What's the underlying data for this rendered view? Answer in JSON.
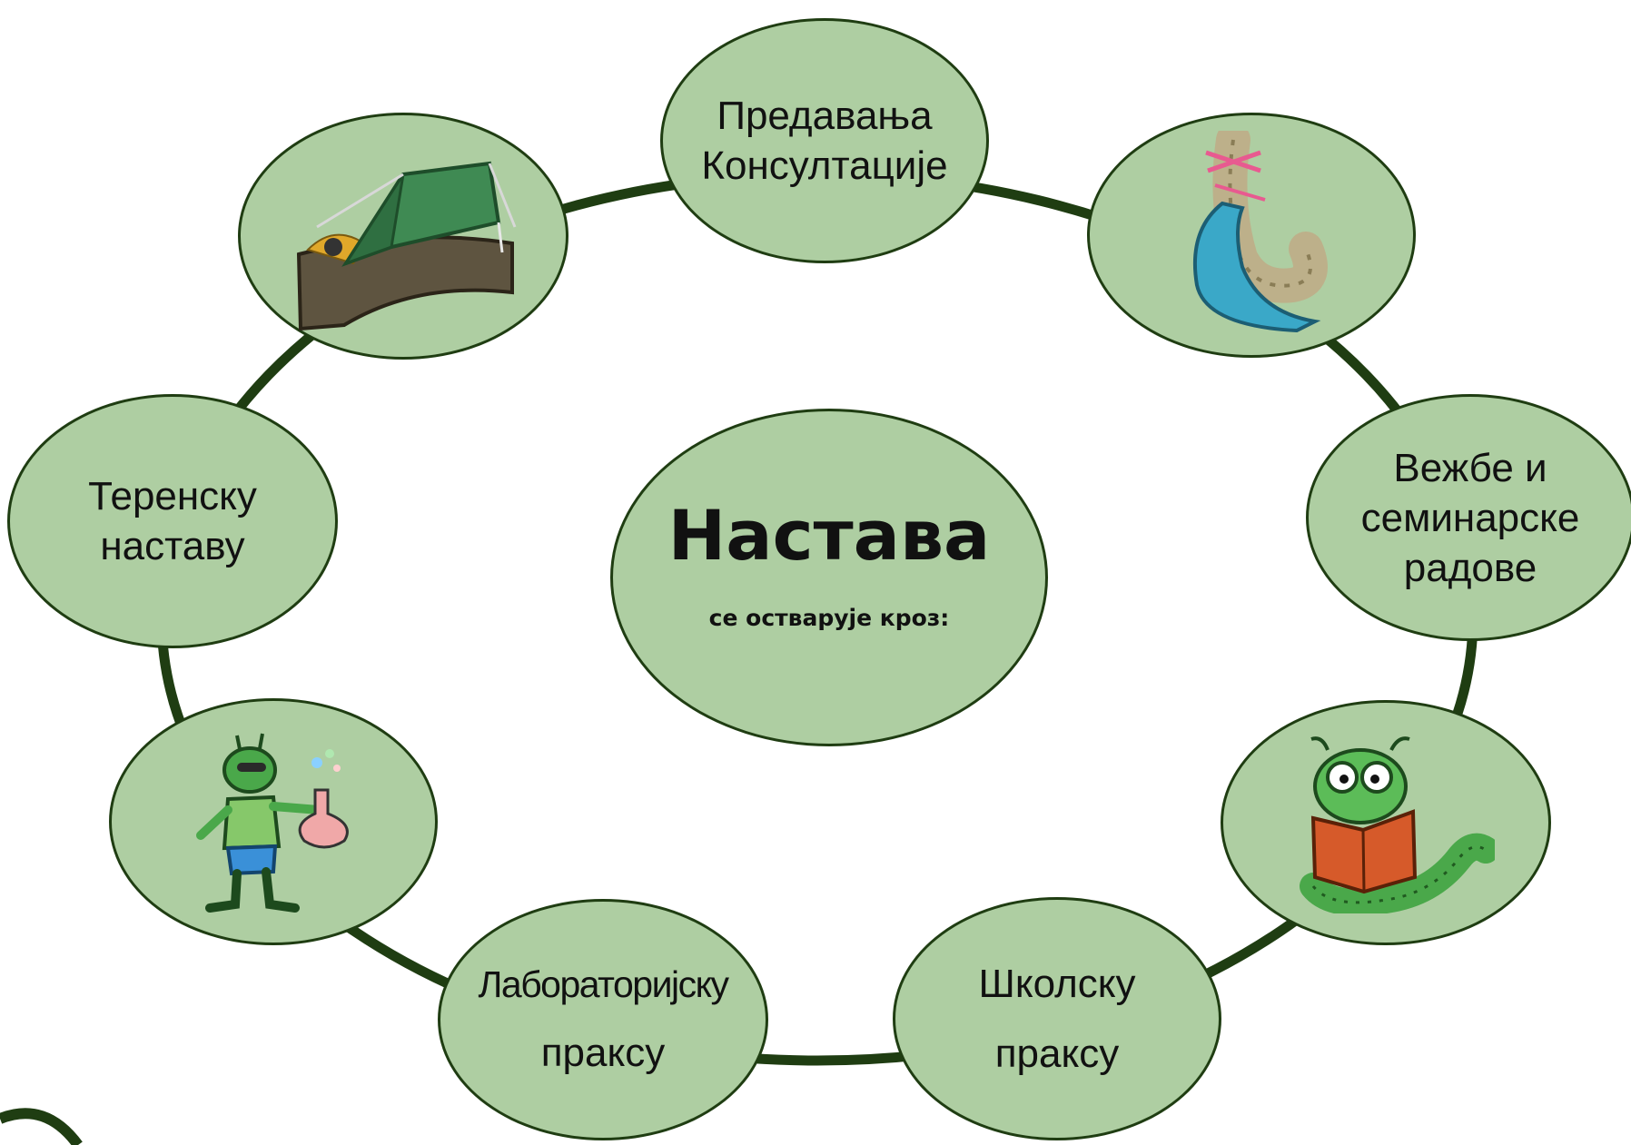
{
  "center": {
    "title": "Настава",
    "subtitle": "се остварује кроз:"
  },
  "nodes": {
    "lectures": {
      "line1": "Предавања",
      "line2": "Консултације"
    },
    "exercises": {
      "line1": "Вежбе и",
      "line2": "семинарске",
      "line3": "радове"
    },
    "school": {
      "line1": "Школску",
      "line2": "праксу"
    },
    "lab": {
      "line1": "Лабораторијску",
      "line2": "праксу"
    },
    "field": {
      "line1": "Теренску",
      "line2": "наставу"
    }
  },
  "icons": {
    "tent": "tent-icon",
    "caterpillar": "caterpillar-icon",
    "bookworm": "bookworm-icon",
    "scientist": "scientist-icon"
  },
  "colors": {
    "node_fill": "#aecea2",
    "ring_stroke": "#1f3d12",
    "text": "#111111"
  }
}
